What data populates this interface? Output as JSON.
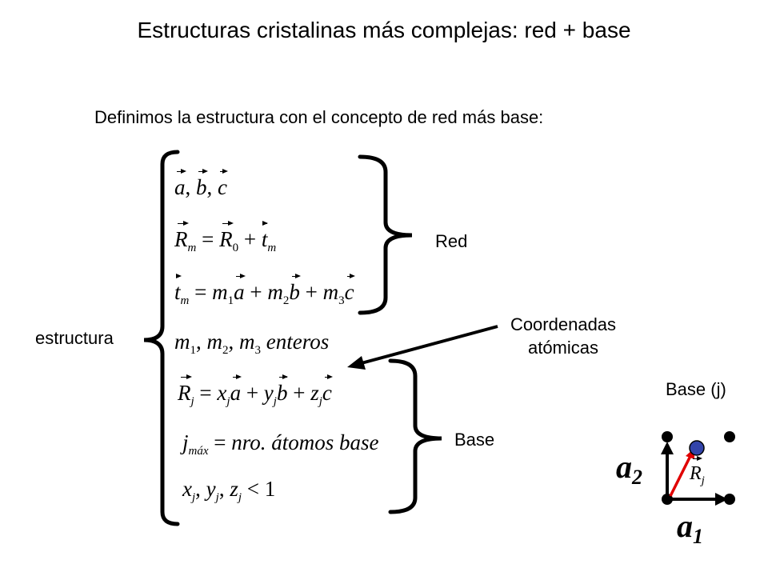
{
  "slide": {
    "title": "Estructuras cristalinas más complejas: red + base",
    "subtitle": "Definimos la estructura con el concepto de red más base:"
  },
  "labels": {
    "estructura": "estructura",
    "red": "Red",
    "base": "Base",
    "coord_line1": "Coordenadas",
    "coord_line2": "atómicas",
    "base_j": "Base (j)"
  },
  "equations": {
    "eq1": {
      "a": "a",
      "b": "b",
      "c": "c"
    },
    "eq2": {
      "lhs": "R",
      "lhs_sub": "m",
      "r": "R",
      "r_sub": "0",
      "t": "t",
      "t_sub": "m"
    },
    "eq3": {
      "t": "t",
      "t_sub": "m",
      "m1": "m",
      "m1_sub": "1",
      "a": "a",
      "m2": "m",
      "m2_sub": "2",
      "b": "b",
      "m3": "m",
      "m3_sub": "3",
      "c": "c"
    },
    "eq4": {
      "m1": "m",
      "m1_sub": "1",
      "m2": "m",
      "m2_sub": "2",
      "m3": "m",
      "m3_sub": "3",
      "text": "enteros"
    },
    "eq5": {
      "r": "R",
      "r_sub": "j",
      "x": "x",
      "x_sub": "j",
      "a": "a",
      "y": "y",
      "y_sub": "j",
      "b": "b",
      "z": "z",
      "z_sub": "j",
      "c": "c"
    },
    "eq6": {
      "j": "j",
      "j_sub": "máx",
      "text": "nro. átomos base"
    },
    "eq7": {
      "x": "x",
      "x_sub": "j",
      "y": "y",
      "y_sub": "j",
      "z": "z",
      "z_sub": "j",
      "rel": "<",
      "val": "1"
    }
  },
  "diagram": {
    "a1_label": "a",
    "a1_sub": "1",
    "a2_label": "a",
    "a2_sub": "2",
    "r_label": "R",
    "r_sub": "j",
    "atom_color": "#3344aa",
    "arrow_color": "#e00000"
  }
}
